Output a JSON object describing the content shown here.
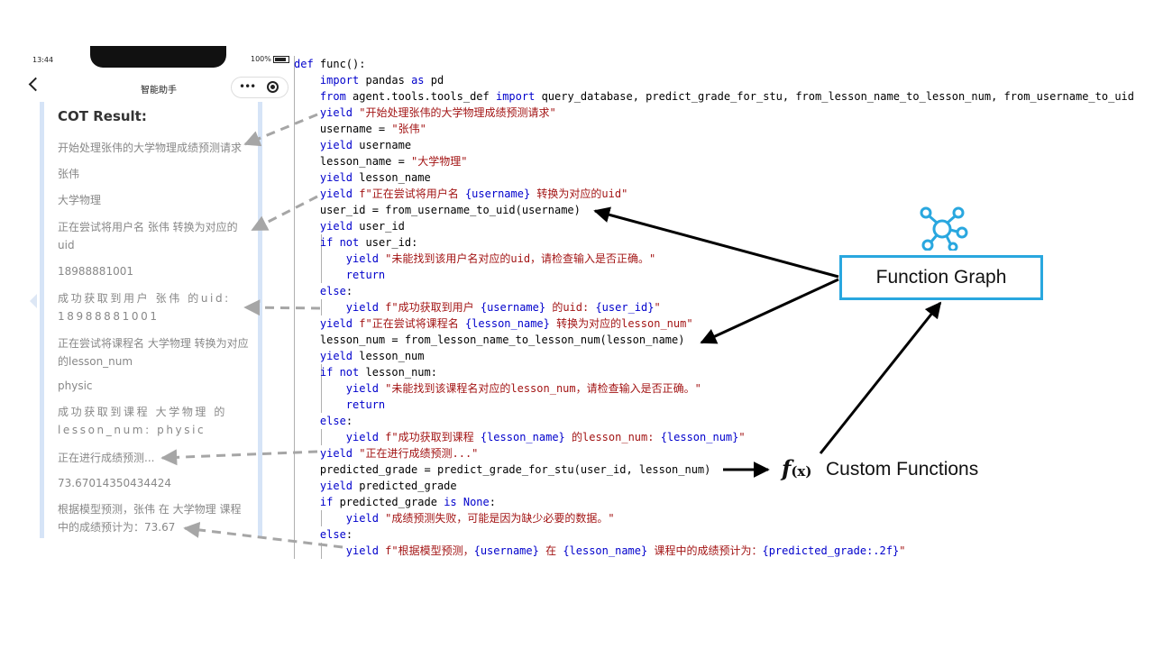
{
  "phone": {
    "status_time": "13:44",
    "battery": "100%",
    "title": "智能助手",
    "cot_title": "COT Result:",
    "messages": [
      "开始处理张伟的大学物理成绩预测请求",
      "张伟",
      "大学物理",
      "正在尝试将用户名 张伟 转换为对应的uid",
      "18988881001",
      "成功获取到用户 张伟 的uid: 18988881001",
      "正在尝试将课程名 大学物理 转换为对应的lesson_num",
      "physic",
      "成功获取到课程 大学物理 的lesson_num: physic",
      "正在进行成绩预测...",
      "73.67014350434424",
      "根据模型预测，张伟 在 大学物理 课程中的成绩预计为：73.67"
    ]
  },
  "code_lines": [
    [
      {
        "t": "def ",
        "c": "kw"
      },
      {
        "t": "func():",
        "c": "plain"
      }
    ],
    [
      {
        "t": "    ",
        "c": "plain"
      },
      {
        "t": "import",
        "c": "kw"
      },
      {
        "t": " pandas ",
        "c": "plain"
      },
      {
        "t": "as",
        "c": "kw"
      },
      {
        "t": " pd",
        "c": "plain"
      }
    ],
    [
      {
        "t": "    ",
        "c": "plain"
      },
      {
        "t": "from",
        "c": "kw"
      },
      {
        "t": " agent.tools.tools_def ",
        "c": "plain"
      },
      {
        "t": "import",
        "c": "kw"
      },
      {
        "t": " query_database, predict_grade_for_stu, from_lesson_name_to_lesson_num, from_username_to_uid",
        "c": "plain"
      }
    ],
    [
      {
        "t": "    ",
        "c": "plain"
      },
      {
        "t": "yield",
        "c": "kw"
      },
      {
        "t": " ",
        "c": "plain"
      },
      {
        "t": "\"开始处理张伟的大学物理成绩预测请求\"",
        "c": "str"
      }
    ],
    [
      {
        "t": "    username = ",
        "c": "plain"
      },
      {
        "t": "\"张伟\"",
        "c": "str"
      }
    ],
    [
      {
        "t": "    ",
        "c": "plain"
      },
      {
        "t": "yield",
        "c": "kw"
      },
      {
        "t": " username",
        "c": "plain"
      }
    ],
    [
      {
        "t": "    lesson_name = ",
        "c": "plain"
      },
      {
        "t": "\"大学物理\"",
        "c": "str"
      }
    ],
    [
      {
        "t": "    ",
        "c": "plain"
      },
      {
        "t": "yield",
        "c": "kw"
      },
      {
        "t": " lesson_name",
        "c": "plain"
      }
    ],
    [
      {
        "t": "    ",
        "c": "plain"
      },
      {
        "t": "yield",
        "c": "kw"
      },
      {
        "t": " ",
        "c": "plain"
      },
      {
        "t": "f\"正在尝试将用户名 ",
        "c": "str"
      },
      {
        "t": "{username}",
        "c": "kw"
      },
      {
        "t": " 转换为对应的uid\"",
        "c": "str"
      }
    ],
    [
      {
        "t": "    user_id = from_username_to_uid(username)",
        "c": "plain"
      }
    ],
    [
      {
        "t": "    ",
        "c": "plain"
      },
      {
        "t": "yield",
        "c": "kw"
      },
      {
        "t": " user_id",
        "c": "plain"
      }
    ],
    [
      {
        "t": "    ",
        "c": "plain"
      },
      {
        "t": "if not",
        "c": "kw"
      },
      {
        "t": " user_id:",
        "c": "plain"
      }
    ],
    [
      {
        "t": "        ",
        "c": "plain"
      },
      {
        "t": "yield",
        "c": "kw"
      },
      {
        "t": " ",
        "c": "plain"
      },
      {
        "t": "\"未能找到该用户名对应的uid，请检查输入是否正确。\"",
        "c": "str"
      }
    ],
    [
      {
        "t": "        ",
        "c": "plain"
      },
      {
        "t": "return",
        "c": "kw"
      }
    ],
    [
      {
        "t": "    ",
        "c": "plain"
      },
      {
        "t": "else",
        "c": "kw"
      },
      {
        "t": ":",
        "c": "plain"
      }
    ],
    [
      {
        "t": "        ",
        "c": "plain"
      },
      {
        "t": "yield",
        "c": "kw"
      },
      {
        "t": " ",
        "c": "plain"
      },
      {
        "t": "f\"成功获取到用户 ",
        "c": "str"
      },
      {
        "t": "{username}",
        "c": "kw"
      },
      {
        "t": " 的uid: ",
        "c": "str"
      },
      {
        "t": "{user_id}",
        "c": "kw"
      },
      {
        "t": "\"",
        "c": "str"
      }
    ],
    [
      {
        "t": "    ",
        "c": "plain"
      },
      {
        "t": "yield",
        "c": "kw"
      },
      {
        "t": " ",
        "c": "plain"
      },
      {
        "t": "f\"正在尝试将课程名 ",
        "c": "str"
      },
      {
        "t": "{lesson_name}",
        "c": "kw"
      },
      {
        "t": " 转换为对应的lesson_num\"",
        "c": "str"
      }
    ],
    [
      {
        "t": "    lesson_num = from_lesson_name_to_lesson_num(lesson_name)",
        "c": "plain"
      }
    ],
    [
      {
        "t": "    ",
        "c": "plain"
      },
      {
        "t": "yield",
        "c": "kw"
      },
      {
        "t": " lesson_num",
        "c": "plain"
      }
    ],
    [
      {
        "t": "    ",
        "c": "plain"
      },
      {
        "t": "if not",
        "c": "kw"
      },
      {
        "t": " lesson_num:",
        "c": "plain"
      }
    ],
    [
      {
        "t": "        ",
        "c": "plain"
      },
      {
        "t": "yield",
        "c": "kw"
      },
      {
        "t": " ",
        "c": "plain"
      },
      {
        "t": "\"未能找到该课程名对应的lesson_num，请检查输入是否正确。\"",
        "c": "str"
      }
    ],
    [
      {
        "t": "        ",
        "c": "plain"
      },
      {
        "t": "return",
        "c": "kw"
      }
    ],
    [
      {
        "t": "    ",
        "c": "plain"
      },
      {
        "t": "else",
        "c": "kw"
      },
      {
        "t": ":",
        "c": "plain"
      }
    ],
    [
      {
        "t": "        ",
        "c": "plain"
      },
      {
        "t": "yield",
        "c": "kw"
      },
      {
        "t": " ",
        "c": "plain"
      },
      {
        "t": "f\"成功获取到课程 ",
        "c": "str"
      },
      {
        "t": "{lesson_name}",
        "c": "kw"
      },
      {
        "t": " 的lesson_num: ",
        "c": "str"
      },
      {
        "t": "{lesson_num}",
        "c": "kw"
      },
      {
        "t": "\"",
        "c": "str"
      }
    ],
    [
      {
        "t": "    ",
        "c": "plain"
      },
      {
        "t": "yield",
        "c": "kw"
      },
      {
        "t": " ",
        "c": "plain"
      },
      {
        "t": "\"正在进行成绩预测...\"",
        "c": "str"
      }
    ],
    [
      {
        "t": "    predicted_grade = predict_grade_for_stu(user_id, lesson_num)",
        "c": "plain"
      }
    ],
    [
      {
        "t": "    ",
        "c": "plain"
      },
      {
        "t": "yield",
        "c": "kw"
      },
      {
        "t": " predicted_grade",
        "c": "plain"
      }
    ],
    [
      {
        "t": "    ",
        "c": "plain"
      },
      {
        "t": "if",
        "c": "kw"
      },
      {
        "t": " predicted_grade ",
        "c": "plain"
      },
      {
        "t": "is None",
        "c": "kw"
      },
      {
        "t": ":",
        "c": "plain"
      }
    ],
    [
      {
        "t": "        ",
        "c": "plain"
      },
      {
        "t": "yield",
        "c": "kw"
      },
      {
        "t": " ",
        "c": "plain"
      },
      {
        "t": "\"成绩预测失败，可能是因为缺少必要的数据。\"",
        "c": "str"
      }
    ],
    [
      {
        "t": "    ",
        "c": "plain"
      },
      {
        "t": "else",
        "c": "kw"
      },
      {
        "t": ":",
        "c": "plain"
      }
    ],
    [
      {
        "t": "        ",
        "c": "plain"
      },
      {
        "t": "yield",
        "c": "kw"
      },
      {
        "t": " ",
        "c": "plain"
      },
      {
        "t": "f\"根据模型预测，",
        "c": "str"
      },
      {
        "t": "{username}",
        "c": "kw"
      },
      {
        "t": " 在 ",
        "c": "str"
      },
      {
        "t": "{lesson_name}",
        "c": "kw"
      },
      {
        "t": " 课程中的成绩预计为：",
        "c": "str"
      },
      {
        "t": "{predicted_grade:.2f}",
        "c": "kw"
      },
      {
        "t": "\"",
        "c": "str"
      }
    ]
  ],
  "labels": {
    "function_graph": "Function Graph",
    "custom_functions": "Custom Functions",
    "fx_icon": "f(x)"
  },
  "colors": {
    "keyword": "#0000cc",
    "string": "#a31515",
    "accent_box": "#29a7df",
    "dashed_arrow": "#a6a6a6",
    "solid_arrow": "#000000"
  },
  "icons": [
    "back-icon",
    "more-icon",
    "target-icon",
    "graph-network-icon",
    "function-icon"
  ]
}
